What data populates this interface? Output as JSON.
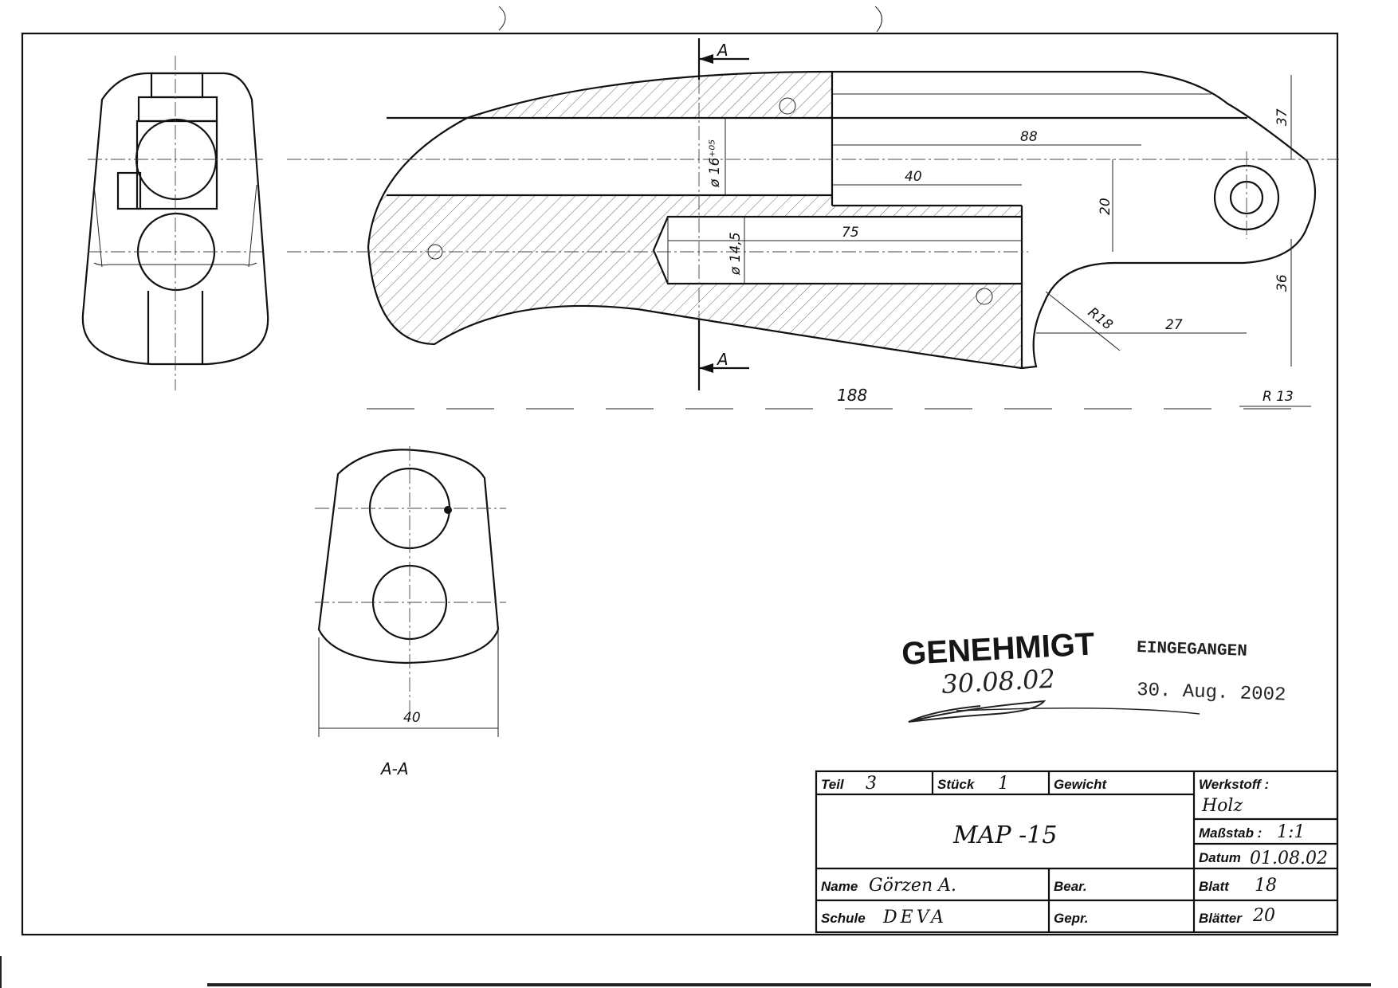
{
  "section_labels": {
    "cut_top": "A",
    "cut_bottom": "A",
    "section_view": "A-A"
  },
  "dimensions": {
    "bore_upper": "ø 16⁺⁰⁵",
    "bore_lower": "ø 14,5",
    "len_88": "88",
    "len_40": "40",
    "len_75": "75",
    "height_20": "20",
    "height_37": "37",
    "height_36": "36",
    "radius_18": "R18",
    "len_27": "27",
    "radius_13": "R 13",
    "overall_188": "188",
    "section_width": "40"
  },
  "stamp": {
    "approved": "GENEHMIGT",
    "approved_date": "30.08.02",
    "received": "EINGEGANGEN",
    "received_date": "30. Aug. 2002"
  },
  "title_block": {
    "teil_label": "Teil",
    "teil_value": "3",
    "stueck_label": "Stück",
    "stueck_value": "1",
    "gewicht_label": "Gewicht",
    "title": "MAP -15",
    "werkstoff_label": "Werkstoff :",
    "werkstoff_value": "Holz",
    "massstab_label": "Maßstab :",
    "massstab_value": "1:1",
    "datum_label": "Datum",
    "datum_value": "01.08.02",
    "name_label": "Name",
    "name_value": "Görzen A.",
    "bear_label": "Bear.",
    "blatt_label": "Blatt",
    "blatt_value": "18",
    "schule_label": "Schule",
    "schule_value": "DEVA",
    "gepr_label": "Gepr.",
    "blaetter_label": "Blätter",
    "blaetter_value": "20"
  }
}
